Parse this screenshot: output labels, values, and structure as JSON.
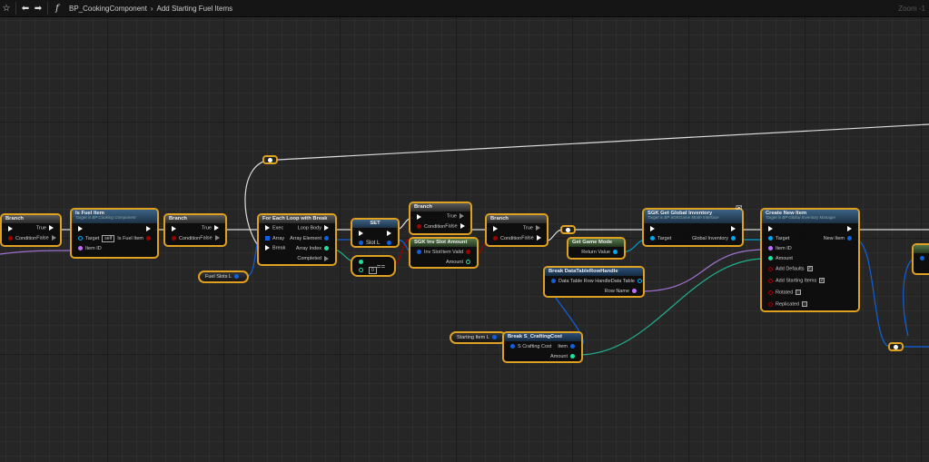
{
  "topbar": {
    "breadcrumb_parent": "BP_CookingComponent",
    "breadcrumb_sep": "›",
    "breadcrumb_current": "Add Starting Fuel Items",
    "zoom": "Zoom -1"
  },
  "nodes": {
    "branch1": {
      "title": "Branch",
      "condition": "Condition",
      "true": "True",
      "false": "False"
    },
    "is_fuel_item": {
      "title": "Is Fuel Item",
      "subtitle": "Target is BP Cooking Component",
      "target": "Target",
      "self": "self",
      "item_id": "Item ID",
      "out": "Is Fuel Item"
    },
    "branch2": {
      "title": "Branch",
      "condition": "Condition",
      "true": "True",
      "false": "False"
    },
    "fuel_slots": {
      "label": "Fuel Slots L"
    },
    "for_each": {
      "title": "For Each Loop with Break",
      "exec": "Exec",
      "array": "Array",
      "break": "Break",
      "loop_body": "Loop Body",
      "array_element": "Array Element",
      "array_index": "Array Index",
      "completed": "Completed"
    },
    "set": {
      "title": "SET",
      "slot": "Slot L"
    },
    "equals": {
      "op": "==",
      "value": "0"
    },
    "branch3": {
      "title": "Branch",
      "condition": "Condition",
      "true": "True",
      "false": "False"
    },
    "inv_slot_amount": {
      "title": "SGK Inv Slot Amount",
      "inv_slot": "Inv Slot",
      "item_valid": "Item Valid",
      "amount": "Amount"
    },
    "branch4": {
      "title": "Branch",
      "condition": "Condition",
      "true": "True",
      "false": "False"
    },
    "get_game_mode": {
      "title": "Get Game Mode",
      "return_value": "Return Value"
    },
    "get_global_inventory": {
      "title": "SGK Get Global Inventory",
      "subtitle": "Target is BP SGKGame Mode Interface",
      "target": "Target",
      "out": "Global Inventory"
    },
    "create_new_item": {
      "title": "Create New Item",
      "subtitle": "Target is BP Global Inventory Manager",
      "target": "Target",
      "item_id": "Item ID",
      "amount": "Amount",
      "add_defaults": "Add Defaults",
      "add_starting_items": "Add Starting Items",
      "rotated": "Rotated",
      "replicated": "Replicated",
      "new_item": "New Item"
    },
    "break_dt": {
      "title": "Break DataTableRowHandle",
      "row_handle": "Data Table Row Handle",
      "data_table": "Data Table",
      "row_name": "Row Name"
    },
    "starting_item": {
      "label": "Starting Item L"
    },
    "break_cc": {
      "title": "Break S_CraftingCost",
      "cost": "S Crafting Cost",
      "item": "Item",
      "amount": "Amount"
    }
  },
  "colors": {
    "exec": "#ffffff",
    "bool": "#a00000",
    "object": "#00a8f0",
    "struct": "#0050c0",
    "name": "#c070ff",
    "int": "#20e0a0",
    "selection": "#e0a020"
  }
}
